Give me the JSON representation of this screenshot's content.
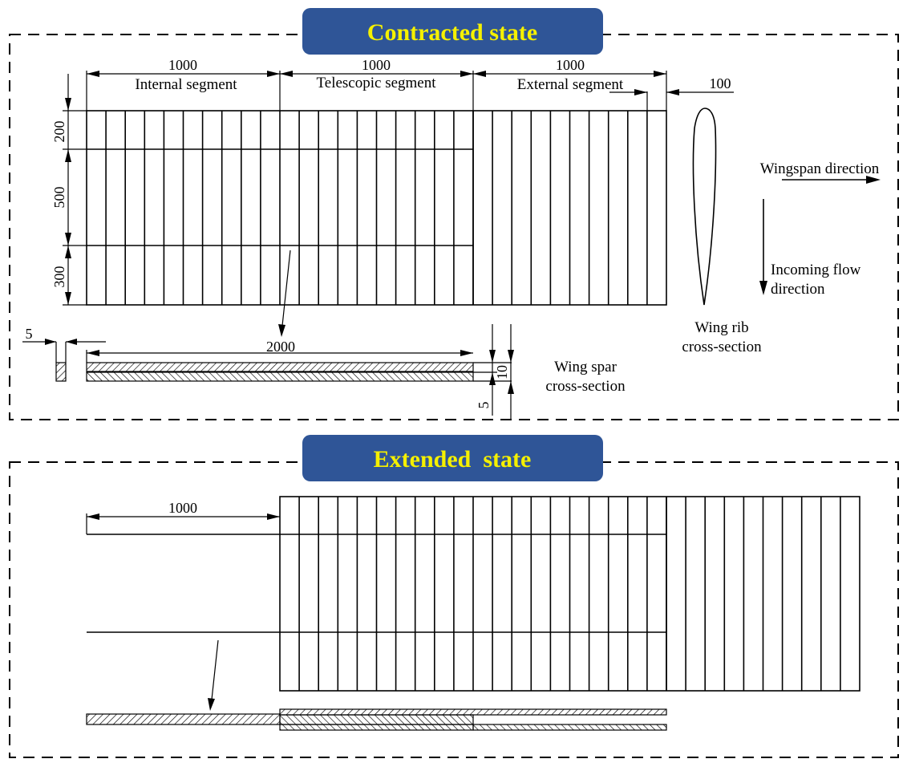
{
  "contracted": {
    "title": "Contracted state",
    "dim_internal": "1000",
    "dim_telescopic": "1000",
    "dim_external": "1000",
    "label_internal": "Internal segment",
    "label_telescopic": "Telescopic segment",
    "label_external": "External segment",
    "dim_rib_width": "100",
    "dim_chord_1": "200",
    "dim_chord_2": "500",
    "dim_chord_3": "300",
    "dim_spar_thickness": "5",
    "dim_spar_length": "2000",
    "dim_spar_height": "10",
    "dim_spar_bottom": "5",
    "label_spar_cross_section": [
      "Wing spar",
      "cross-section"
    ],
    "label_rib_cross_section": [
      "Wing rib",
      "cross-section"
    ],
    "label_wingspan": "Wingspan direction",
    "label_incoming_flow": [
      "Incoming flow",
      "direction"
    ]
  },
  "extended": {
    "title": "Extended  state",
    "dim_extension": "1000"
  },
  "colors": {
    "title_box": "#2f5597",
    "title_text": "#f5f000",
    "lines": "#000000"
  }
}
